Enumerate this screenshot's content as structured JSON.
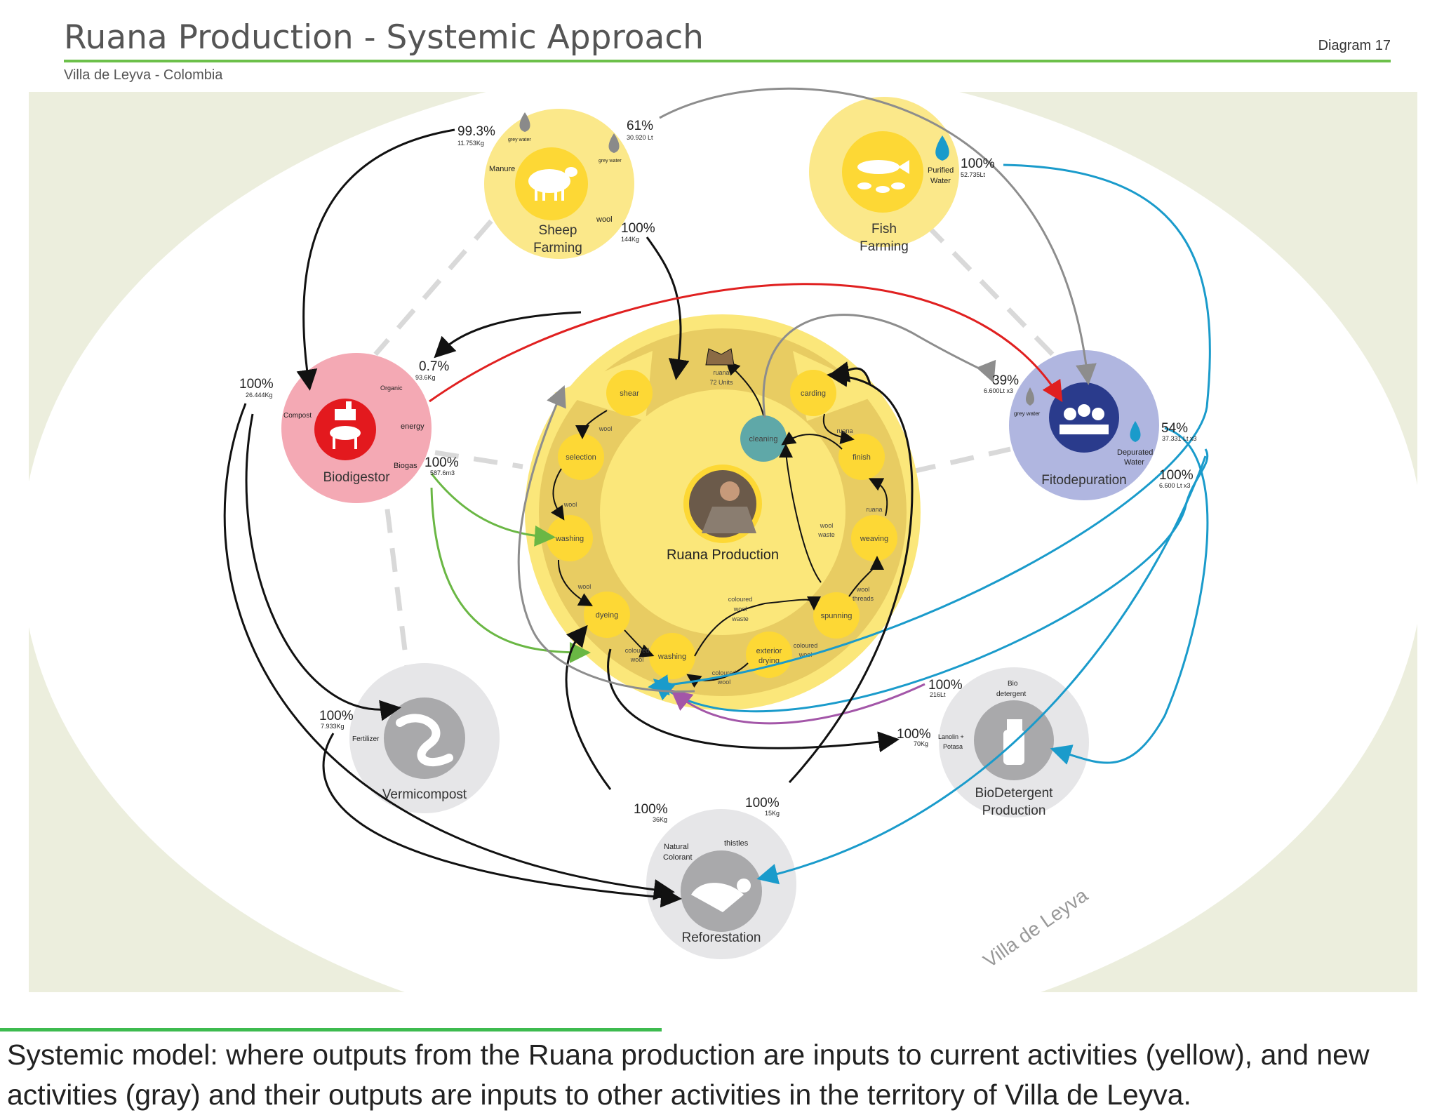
{
  "header": {
    "title": "Ruana Production - Systemic Approach",
    "subtitle": "Villa de Leyva - Colombia",
    "diagram_number": "Diagram 17"
  },
  "territory_label": "Villa de Leyva",
  "center": {
    "label": "Ruana Production"
  },
  "nodes": {
    "sheep": {
      "label1": "Sheep",
      "label2": "Farming"
    },
    "fish": {
      "label1": "Fish",
      "label2": "Farming"
    },
    "biodigestor": {
      "label": "Biodigestor"
    },
    "fitodepuration": {
      "label": "Fitodepuration"
    },
    "vermicompost": {
      "label": "Vermicompost"
    },
    "biodetergent": {
      "label1": "BioDetergent",
      "label2": "Production"
    },
    "reforestation": {
      "label": "Reforestation"
    }
  },
  "process_steps": {
    "shear": "shear",
    "selection": "selection",
    "washing1": "washing",
    "dyeing": "dyeing",
    "washing2": "washing",
    "exterior_drying1": "exterior",
    "exterior_drying2": "drying",
    "spunning": "spunning",
    "weaving": "weaving",
    "finish": "finish",
    "carding": "carding",
    "cleaning": "cleaning"
  },
  "process_labels": {
    "wool_a": "wool",
    "wool_b": "wool",
    "wool_c": "wool",
    "ruana_top1": "ruana",
    "ruana_top2": "72 Units",
    "ruana_right1": "ruana",
    "ruana_right2": "ruana",
    "wool_waste1": "wool",
    "wool_waste2": "waste",
    "wool_threads1": "wool",
    "wool_threads2": "threads",
    "coloured_waste1": "coloured",
    "coloured_waste2": "wool",
    "coloured_waste3": "waste",
    "coloured_wool_a1": "coloured",
    "coloured_wool_a2": "wool",
    "coloured_wool_b1": "coloured",
    "coloured_wool_b2": "wool",
    "coloured_wool_c1": "coloured",
    "coloured_wool_c2": "wool"
  },
  "flow_labels": {
    "sheep_manure_pct": "99.3%",
    "sheep_manure_amt": "11.753Kg",
    "sheep_manure_name": "Manure",
    "sheep_grey_pct": "61%",
    "sheep_grey_amt": "30.920 Lt",
    "sheep_grey_name1": "grey water",
    "sheep_grey_name2": "grey water",
    "sheep_wool_pct": "100%",
    "sheep_wool_amt": "144Kg",
    "sheep_wool_name": "wool",
    "fish_water_pct": "100%",
    "fish_water_amt": "52.735Lt",
    "fish_water_name1": "Purified",
    "fish_water_name2": "Water",
    "bio_in_pct": "0.7%",
    "bio_in_amt": "93.6Kg",
    "bio_compost_pct": "100%",
    "bio_compost_amt": "26.444Kg",
    "bio_compost_name": "Compost",
    "bio_organic_name": "Organic",
    "bio_energy_name": "energy",
    "bio_gas_name": "Biogas",
    "bio_gas_pct": "100%",
    "bio_gas_amt": "587.6m3",
    "fito_in_pct": "39%",
    "fito_in_amt": "6.600Lt x3",
    "fito_grey_name": "grey water",
    "fito_out1_pct": "54%",
    "fito_out1_amt": "37.331 Lt x3",
    "fito_dep_name1": "Depurated",
    "fito_dep_name2": "Water",
    "fito_out2_pct": "100%",
    "fito_out2_amt": "6.600 Lt x3",
    "verm_pct": "100%",
    "verm_amt": "7.933Kg",
    "verm_name": "Fertilizer",
    "biodet_out_pct": "100%",
    "biodet_out_amt": "216Lt",
    "biodet_out_name1": "Bio",
    "biodet_out_name2": "detergent",
    "biodet_in_pct": "100%",
    "biodet_in_amt": "70Kg",
    "biodet_in_name1": "Lanolin +",
    "biodet_in_name2": "Potasa",
    "refo_colorant_pct": "100%",
    "refo_colorant_amt": "36Kg",
    "refo_colorant_name1": "Natural",
    "refo_colorant_name2": "Colorant",
    "refo_thistle_pct": "100%",
    "refo_thistle_amt": "15Kg",
    "refo_thistle_name": "thistles"
  },
  "caption": {
    "line1": "Systemic model: where outputs from the Ruana production are inputs to current activities (yellow), and new",
    "line2": "activities (gray) and their outputs are inputs to other activities  in the territory of Villa de Leyva."
  },
  "colors": {
    "accent_green": "#6cc04a",
    "current_activity": "#fdd835",
    "new_activity": "#e6e6e8",
    "biodigestor": "#f4a9b4",
    "fitodepuration": "#b0b6e0",
    "water_flow": "#1a9bcb",
    "energy_flow": "#e02020",
    "gas_flow": "#6ab744",
    "detergent_flow": "#a356a8"
  },
  "icons": [
    "sheep-icon",
    "fish-icon",
    "cow-factory-icon",
    "plant-icon",
    "worm-icon",
    "spray-bottle-icon",
    "hand-seed-icon",
    "water-drop-icon",
    "ruana-icon",
    "portrait-icon"
  ]
}
